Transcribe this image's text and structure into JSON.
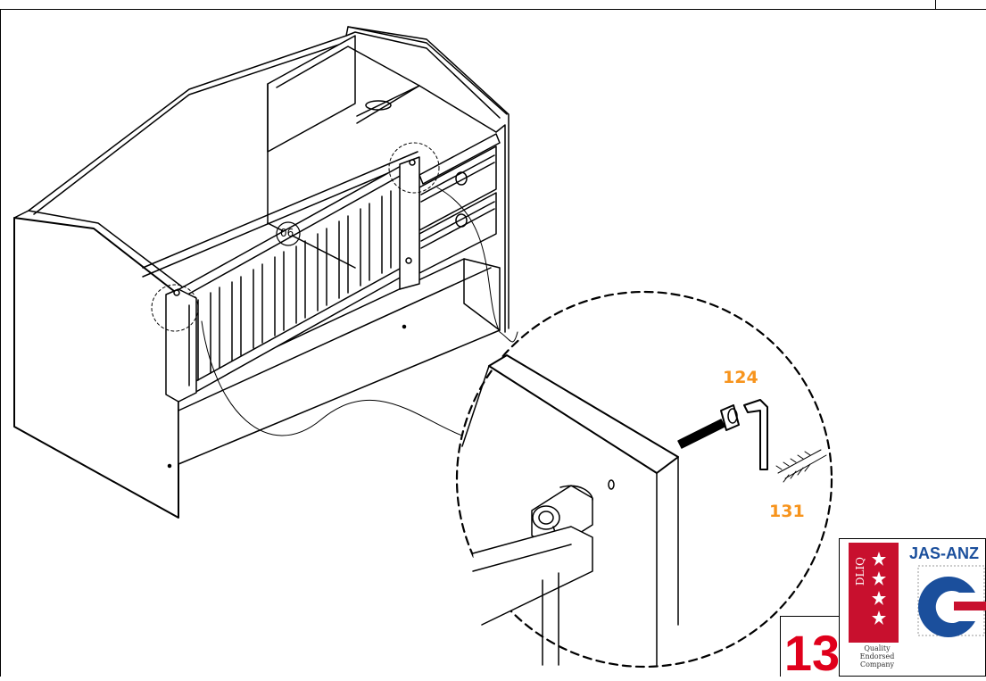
{
  "callouts": {
    "part_a": "124",
    "part_b": "131",
    "detail_marker": "06"
  },
  "step": {
    "number": "13"
  },
  "certification": {
    "left_badge": "DLIQ",
    "right_badge": "JAS-ANZ",
    "caption_line1": "Quality",
    "caption_line2": "Endorsed",
    "caption_line3": "Company"
  },
  "colors": {
    "callout": "#f7941d",
    "step": "#e0001b",
    "badge_red": "#c8102e",
    "badge_blue": "#1b4f9c",
    "ink": "#000000"
  }
}
